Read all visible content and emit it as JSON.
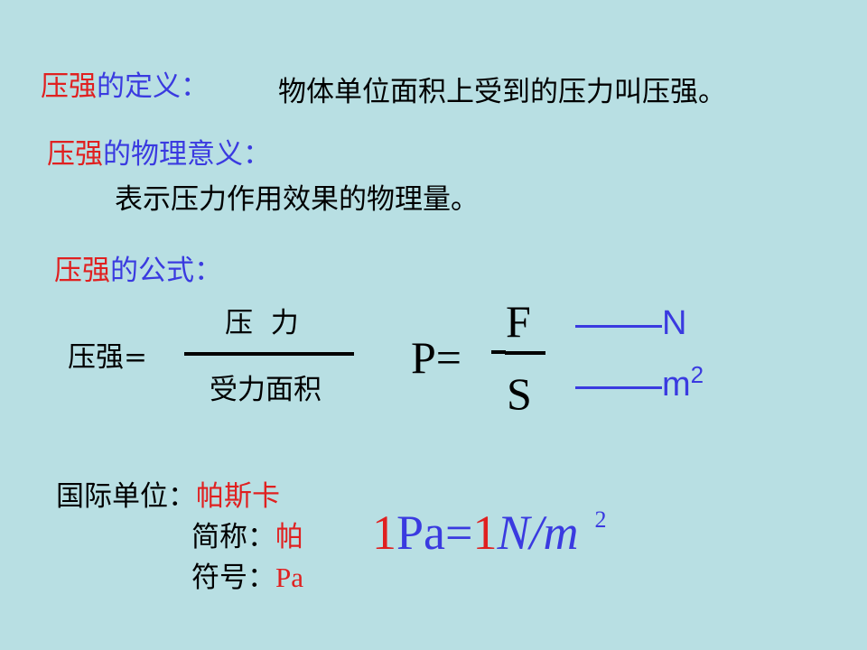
{
  "slide": {
    "background": "#b8dfe3",
    "colors": {
      "red": "#e02020",
      "blue": "#3a3ae0",
      "black": "#000000"
    },
    "definition": {
      "label_red": "压强",
      "label_blue": "的定义：",
      "text": "物体单位面积上受到的压力叫压强。"
    },
    "meaning": {
      "label_red": "压强",
      "label_blue": "的物理意义：",
      "text": "表示压力作用效果的物理量。"
    },
    "formula": {
      "label_red": "压强",
      "label_blue": "的公式：",
      "word_lhs": "压强=",
      "word_numerator": "压  力",
      "word_denominator": "受力面积",
      "sym_lhs": "P=",
      "sym_numerator": "F",
      "sym_denominator": "S",
      "unit_numerator": "N",
      "unit_denominator": "m",
      "unit_denominator_exp": "2"
    },
    "units": {
      "intl_label": "国际单位：",
      "intl_value": "帕斯卡",
      "short_label": "简称：",
      "short_value": "帕",
      "symbol_label": "符号：",
      "symbol_value": "Pa",
      "equation": {
        "one_a": "1",
        "pa": "Pa=",
        "one_b": "1",
        "n_over_m": "N/m",
        "exp": "2"
      }
    }
  }
}
